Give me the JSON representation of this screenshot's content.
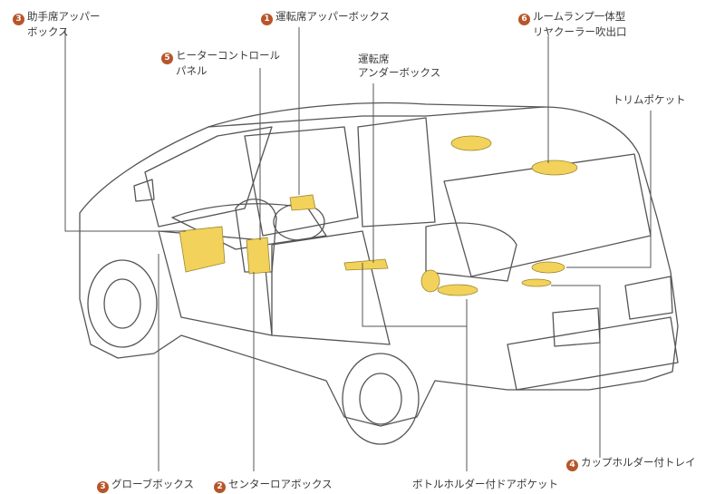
{
  "colors": {
    "badge": "#b8552b",
    "highlight": "#f2d25a",
    "line": "#555555"
  },
  "labels": {
    "l3_top": {
      "num": "3",
      "line1": "助手席アッパー",
      "line2": "ボックス"
    },
    "l1": {
      "num": "1",
      "line1": "運転席アッパーボックス"
    },
    "l6": {
      "num": "6",
      "line1": "ルームランプ一体型",
      "line2": "リヤクーラー吹出口"
    },
    "l5": {
      "num": "5",
      "line1": "ヒーターコントロール",
      "line2": "パネル"
    },
    "under": {
      "line1": "運転席",
      "line2": "アンダーボックス"
    },
    "trim": {
      "line1": "トリムポケット"
    },
    "l3_bottom": {
      "num": "3",
      "line1": "グローブボックス"
    },
    "l2": {
      "num": "2",
      "line1": "センターロアボックス"
    },
    "bottle": {
      "line1": "ボトルホルダー付ドアポケット"
    },
    "l4": {
      "num": "4",
      "line1": "カップホルダー付トレイ"
    }
  }
}
